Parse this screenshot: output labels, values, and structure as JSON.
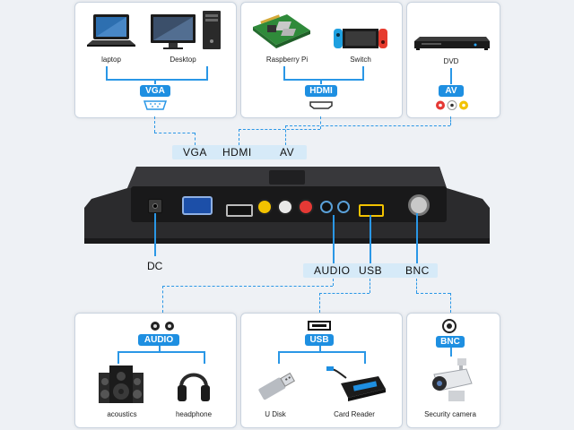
{
  "top_sources": {
    "vga_group": {
      "devices": [
        "laptop",
        "Desktop"
      ],
      "badge": "VGA"
    },
    "hdmi_group": {
      "devices": [
        "Raspberry Pi",
        "Switch"
      ],
      "badge": "HDMI"
    },
    "av_group": {
      "devices": [
        "DVD"
      ],
      "badge": "AV"
    }
  },
  "monitor_ports_top": [
    "VGA",
    "HDMI",
    "AV"
  ],
  "monitor_ports_bottom": {
    "dc": "DC",
    "audio": "AUDIO",
    "usb": "USB",
    "bnc": "BNC"
  },
  "bottom_outputs": {
    "audio_group": {
      "badge": "AUDIO",
      "devices": [
        "acoustics",
        "headphone"
      ]
    },
    "usb_group": {
      "badge": "USB",
      "devices": [
        "U Disk",
        "Card Reader"
      ]
    },
    "bnc_group": {
      "badge": "BNC",
      "devices": [
        "Security camera"
      ]
    }
  },
  "colors": {
    "accent": "#1e8fe1",
    "label_band": "#d6eaf8",
    "panel_border": "#c9d3df",
    "monitor": "#2b2b2d"
  },
  "icons": [
    "laptop-icon",
    "desktop-icon",
    "raspberry-pi-icon",
    "switch-icon",
    "dvd-player-icon",
    "vga-connector-icon",
    "hdmi-connector-icon",
    "av-jacks-icon",
    "speaker-icon",
    "headphone-icon",
    "usb-connector-icon",
    "usb-drive-icon",
    "card-reader-icon",
    "bnc-connector-icon",
    "security-camera-icon"
  ]
}
